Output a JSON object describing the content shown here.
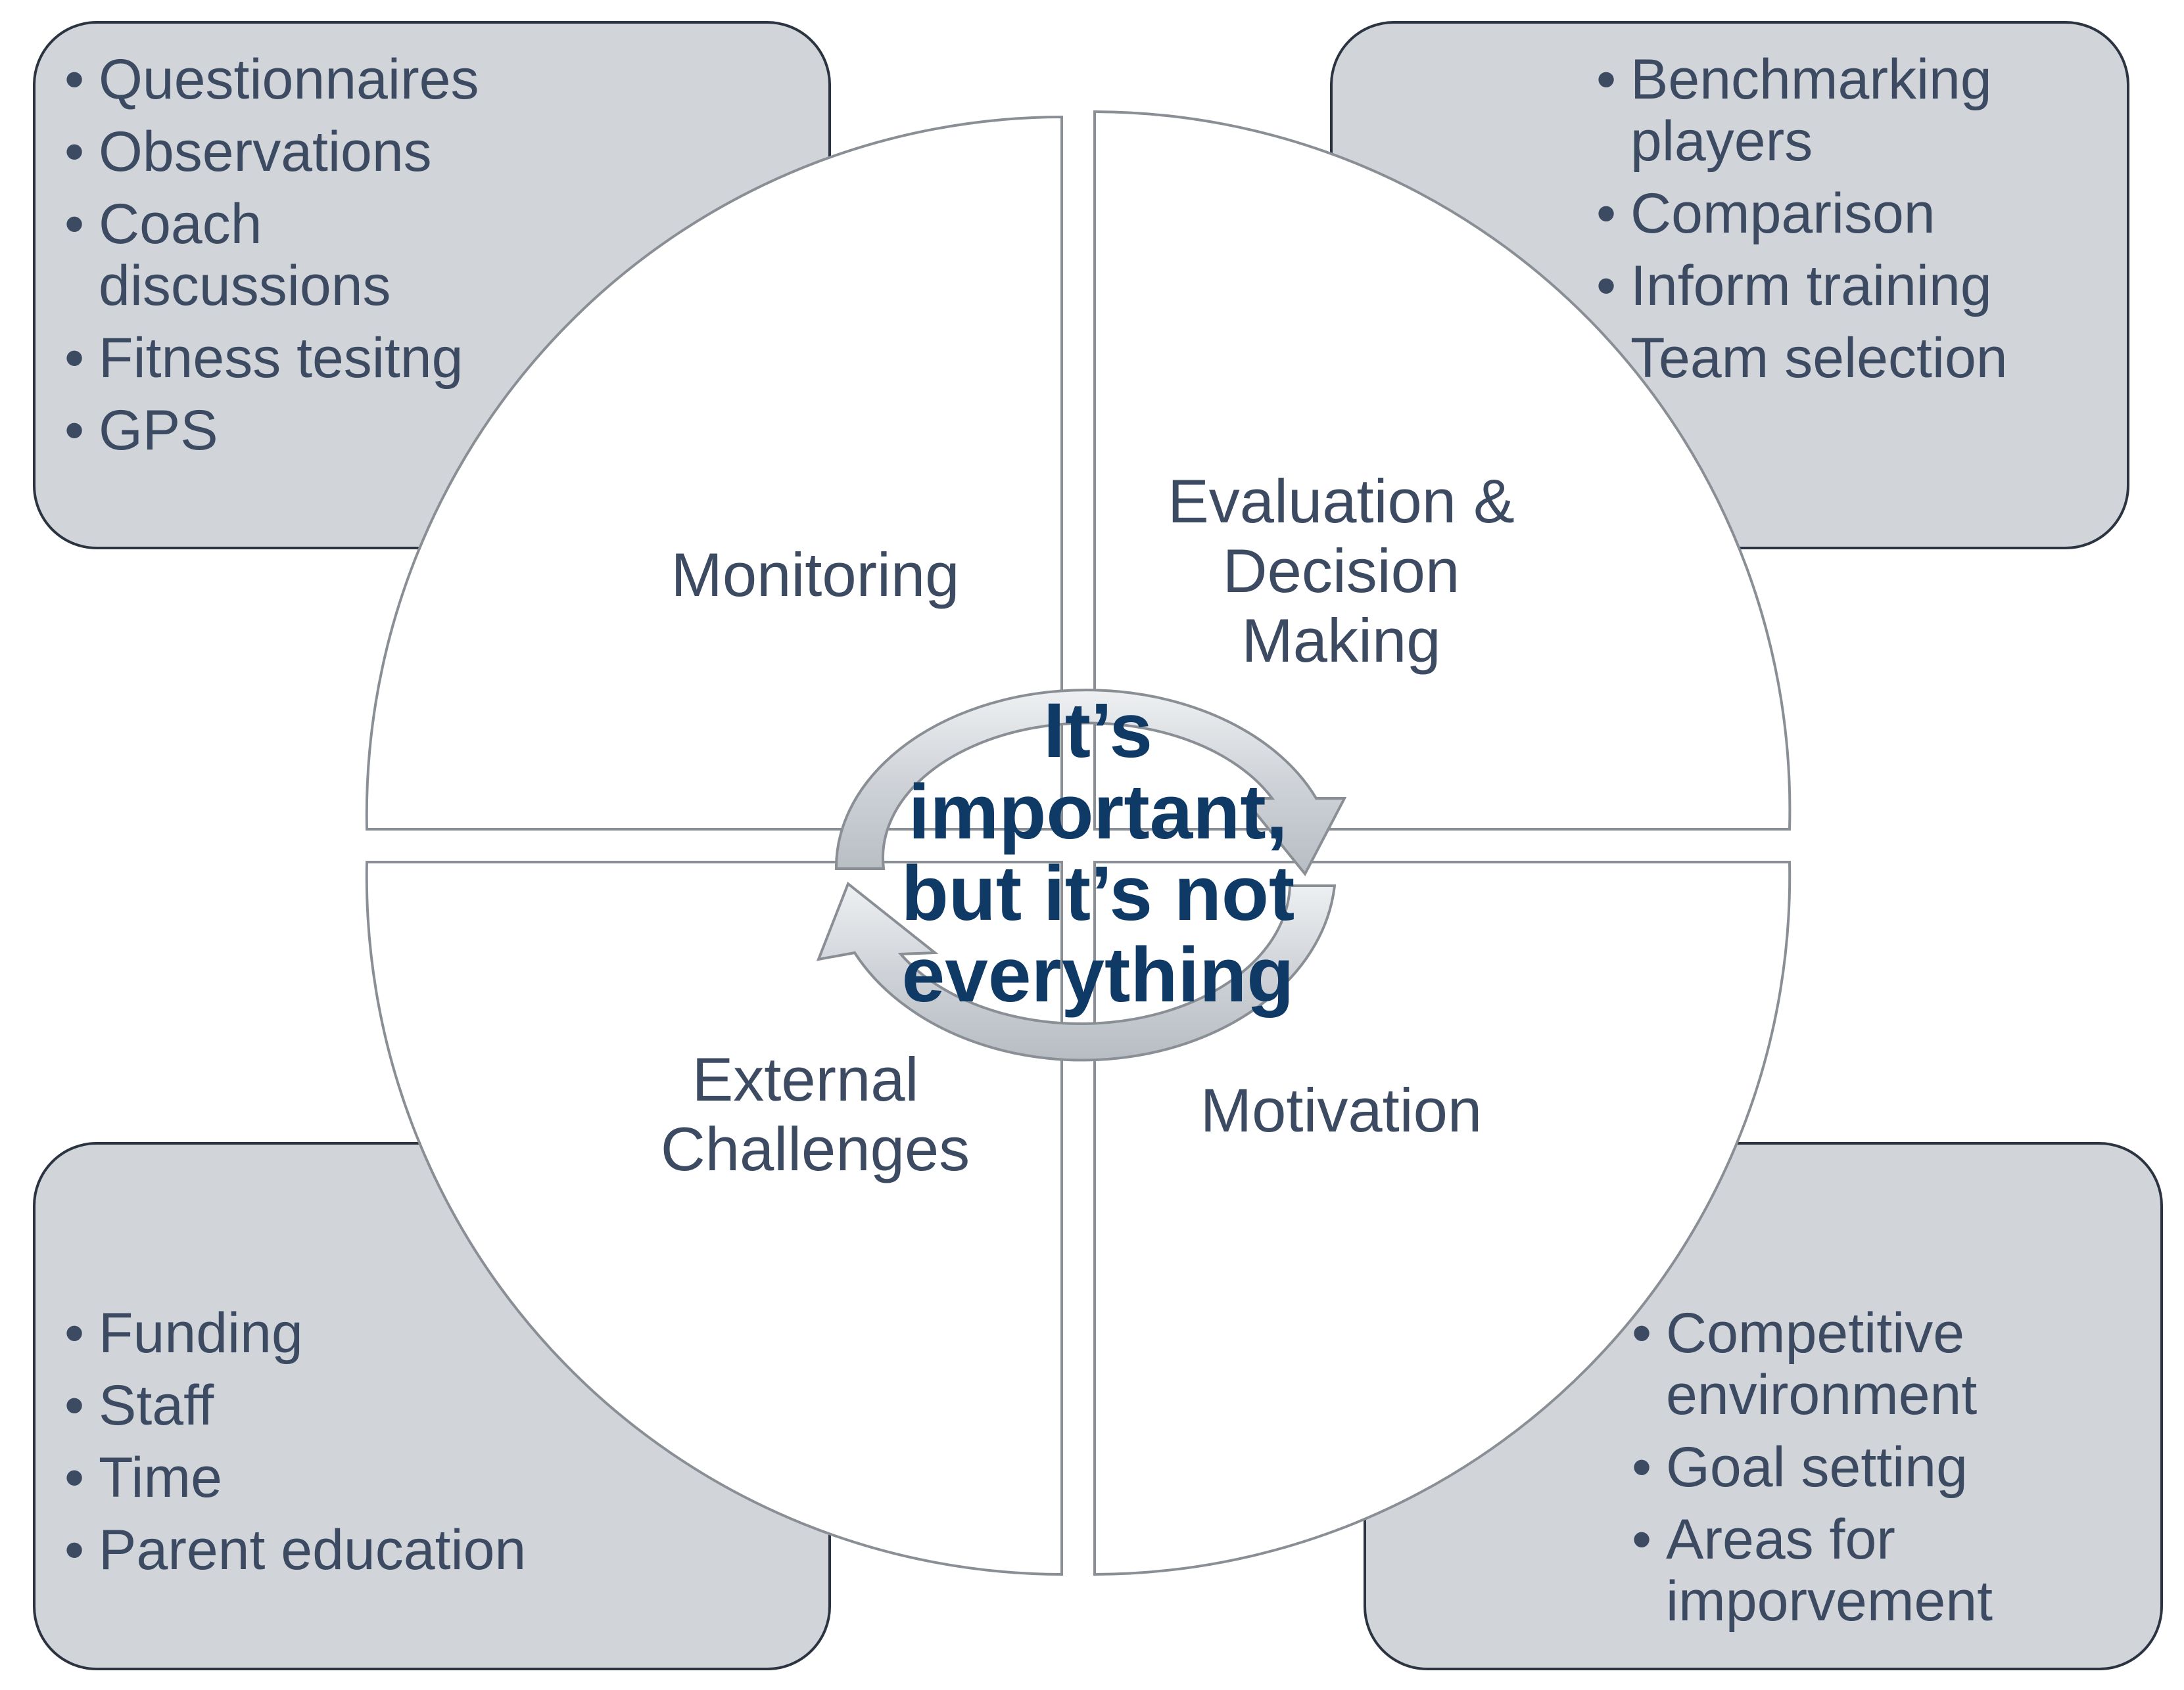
{
  "colors": {
    "box_fill": "#d1d5da",
    "box_stroke": "#2b3440",
    "circle_stroke": "#8a8f96",
    "label_text": "#3d4b62",
    "center_text": "#0f3a66",
    "arrow_fill": "#cfd3d8"
  },
  "boxes": {
    "top_left": {
      "items": [
        "Questionnaires",
        "Observations",
        "Coach discussions",
        "Fitness tesitng",
        "GPS"
      ]
    },
    "top_right": {
      "items": [
        "Benchmarking players",
        "Comparison",
        "Inform training"
      ],
      "trailing_text": "Team selection"
    },
    "bottom_left": {
      "items": [
        "Funding",
        "Staff",
        "Time",
        "Parent education"
      ]
    },
    "bottom_right": {
      "items": [
        "Competitive environment",
        "Goal setting",
        "Areas for imporvement"
      ]
    }
  },
  "quadrants": {
    "top_left": "Monitoring",
    "top_right_line1": "Evaluation &",
    "top_right_line2": "Decision",
    "top_right_line3": "Making",
    "bottom_left_line1": "External",
    "bottom_left_line2": "Challenges",
    "bottom_right": "Motivation"
  },
  "center": {
    "line1": "It’s",
    "line2": "important,",
    "line3": "but it’s not",
    "line4": "everything"
  },
  "bullet_char": "•",
  "icons": [
    "cycle-arrows-icon"
  ]
}
